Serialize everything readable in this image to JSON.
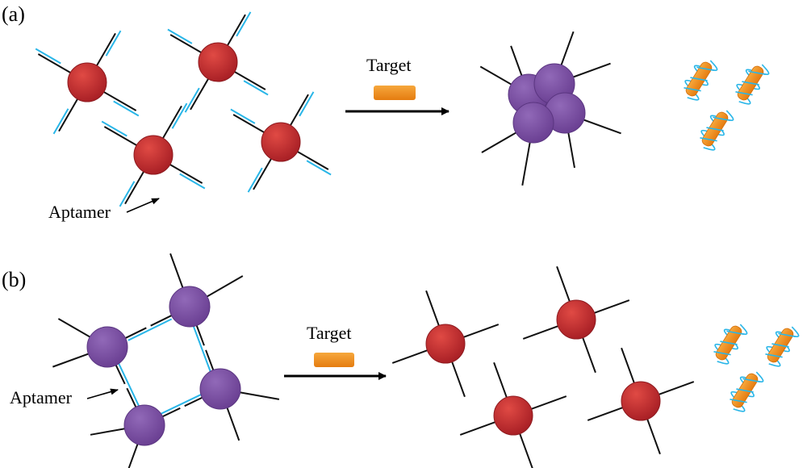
{
  "panel_a": {
    "label": "(a)",
    "arrow_label": "Target",
    "pointer_label": "Aptamer"
  },
  "panel_b": {
    "label": "(b)",
    "arrow_label": "Target",
    "pointer_label": "Aptamer"
  },
  "colors": {
    "dispersed_particle": "#c0272d",
    "aggregated_particle": "#7b4fa0",
    "aptamer_strand": "#29b6e8",
    "linker_strand": "#111111",
    "target": "#f08a1e"
  },
  "icons": {
    "dispersed_particle": "red-nanoparticle-icon",
    "aggregated_particle": "purple-nanoparticle-icon",
    "target": "target-molecule-icon",
    "bound_target": "aptamer-target-complex-icon"
  }
}
